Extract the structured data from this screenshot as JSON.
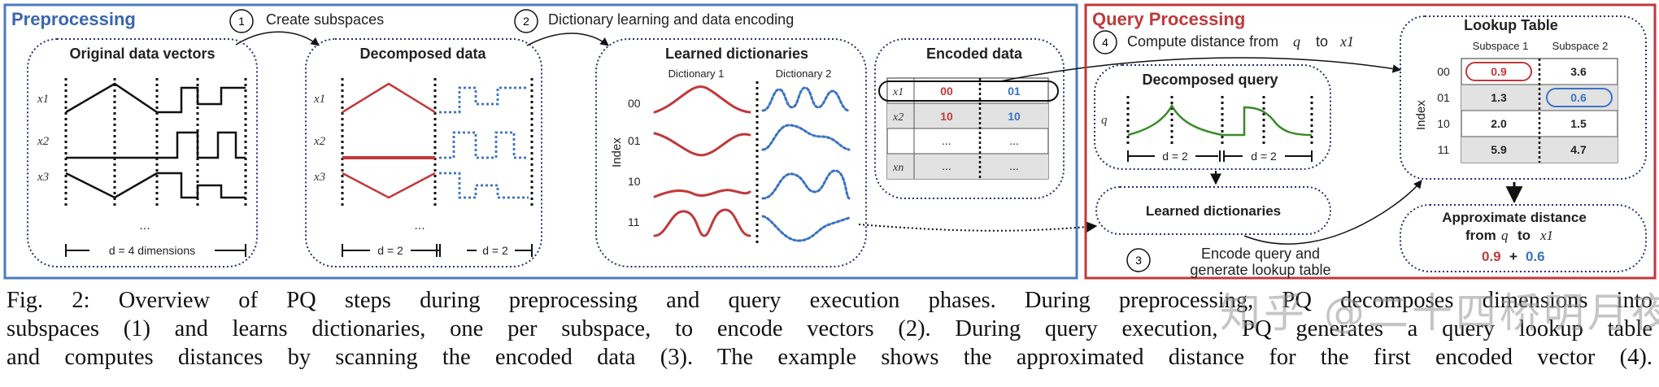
{
  "preprocessing": {
    "title": "Preprocessing",
    "step1": {
      "num": "1",
      "label": "Create subspaces"
    },
    "step2": {
      "num": "2",
      "label": "Dictionary learning and data encoding"
    },
    "original": {
      "title": "Original data vectors",
      "rows": [
        "x1",
        "x2",
        "x3"
      ],
      "ellipsis": "...",
      "dim_label": "d = 4 dimensions"
    },
    "decomposed": {
      "title": "Decomposed data",
      "rows": [
        "x1",
        "x2",
        "x3"
      ],
      "ellipsis": "...",
      "dim_left": "d = 2",
      "dim_right": "d = 2"
    },
    "dictionaries": {
      "title": "Learned dictionaries",
      "col1": "Dictionary 1",
      "col2": "Dictionary 2",
      "axis": "Index",
      "codes": [
        "00",
        "01",
        "10",
        "11"
      ]
    },
    "encoded": {
      "title": "Encoded data",
      "rows": [
        {
          "label": "x1",
          "c1": "00",
          "c2": "01"
        },
        {
          "label": "x2",
          "c1": "10",
          "c2": "10"
        },
        {
          "label": "",
          "c1": "...",
          "c2": "..."
        },
        {
          "label": "xn",
          "c1": "...",
          "c2": "..."
        }
      ]
    }
  },
  "query": {
    "title": "Query Processing",
    "step4": {
      "num": "4",
      "label_pre": "Compute distance from",
      "q": "q",
      "to": "to",
      "x": "x1"
    },
    "decomposed_query": {
      "title": "Decomposed query",
      "q": "q",
      "dim_left": "d = 2",
      "dim_right": "d = 2"
    },
    "learned": {
      "title": "Learned dictionaries"
    },
    "step3": {
      "num": "3",
      "line1": "Encode query and",
      "line2": "generate lookup table"
    },
    "lookup": {
      "title": "Lookup Table",
      "col1": "Subspace 1",
      "col2": "Subspace 2",
      "axis": "Index",
      "rows": [
        {
          "code": "00",
          "s1": "0.9",
          "s2": "3.6"
        },
        {
          "code": "01",
          "s1": "1.3",
          "s2": "0.6"
        },
        {
          "code": "10",
          "s1": "2.0",
          "s2": "1.5"
        },
        {
          "code": "11",
          "s1": "5.9",
          "s2": "4.7"
        }
      ]
    },
    "approx": {
      "line1": "Approximate distance",
      "from": "from",
      "q": "q",
      "to": "to",
      "x": "x1",
      "v1": "0.9",
      "plus": "+",
      "v2": "0.6"
    }
  },
  "caption": {
    "lines": [
      "Fig. 2: Overview of PQ steps during preprocessing and query execution phases. During preprocessing, PQ decomposes dimensions into",
      "subspaces (1) and learns dictionaries, one per subspace, to encode vectors (2). During query execution, PQ generates a query lookup table",
      "and computes distances by scanning the encoded data (3). The example shows the approximated distance for the first encoded vector (4)."
    ]
  },
  "watermark": "知乎 @二十四桥明月夜",
  "colors": {
    "preprocessing_border": "#4a7bc0",
    "query_border": "#c0393b",
    "red": "#c0393b",
    "blue": "#3a72c4",
    "green": "#3a8a2a",
    "navy": "#2a2d7a"
  }
}
